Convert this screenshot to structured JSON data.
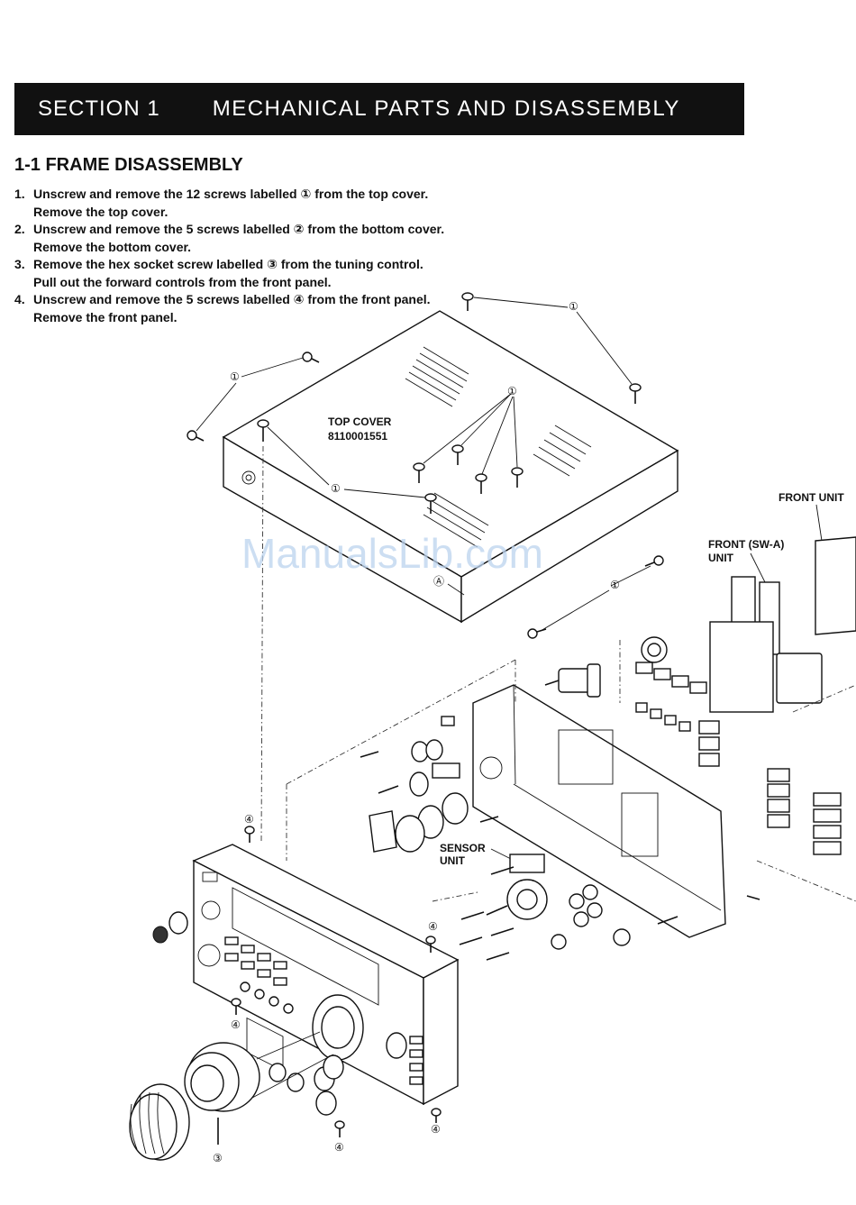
{
  "section": {
    "number": "SECTION 1",
    "title": "MECHANICAL PARTS AND DISASSEMBLY"
  },
  "heading": "1-1 FRAME DISASSEMBLY",
  "steps": [
    {
      "num": "1.",
      "line1": "Unscrew and remove the 12 screws labelled ① from the top cover.",
      "line2": "Remove the top cover."
    },
    {
      "num": "2.",
      "line1": "Unscrew and remove the 5 screws labelled ② from the bottom cover.",
      "line2": "Remove the bottom cover."
    },
    {
      "num": "3.",
      "line1": "Remove the hex socket screw labelled ③ from the tuning control.",
      "line2": "Pull out the forward controls from the front panel."
    },
    {
      "num": "4.",
      "line1": "Unscrew and remove the 5 screws labelled ④ from the front panel.",
      "line2": "Remove the front panel."
    }
  ],
  "diagram": {
    "top_cover_label": "TOP COVER",
    "top_cover_part": "8110001551",
    "front_unit": "FRONT UNIT",
    "front_swa_line1": "FRONT (SW-A)",
    "front_swa_line2": "UNIT",
    "sensor_line1": "SENSOR",
    "sensor_line2": "UNIT",
    "callout_1": "①",
    "callout_3": "③",
    "callout_4": "④",
    "callout_a": "Ⓐ"
  },
  "watermark": "ManualsLib.com"
}
